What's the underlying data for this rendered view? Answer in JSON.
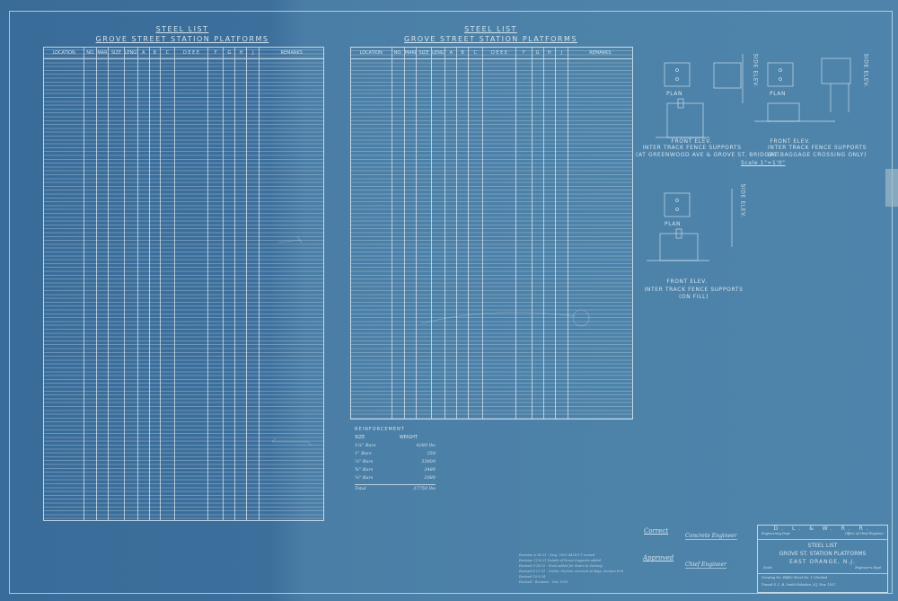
{
  "sheet": {
    "left_list": {
      "title": "STEEL LIST",
      "subtitle": "GROVE STREET STATION PLATFORMS"
    },
    "middle_list": {
      "title": "STEEL LIST",
      "subtitle": "GROVE STREET STATION PLATFORMS"
    },
    "columns": [
      "LOCATION",
      "NO.",
      "MARK",
      "SIZE",
      "LENGTH",
      "A",
      "B",
      "C",
      "D E E E",
      "F",
      "G",
      "H",
      "J",
      "REMARKS"
    ]
  },
  "reinforcement": {
    "title": "REINFORCEMENT",
    "headers": [
      "SIZE",
      "WEIGHT"
    ],
    "rows": [
      [
        "1¼\" Bars",
        "4280 lbs"
      ],
      [
        "1\" Bars",
        "350"
      ],
      [
        "⅞\" Bars",
        "33800"
      ],
      [
        "¾\" Bars",
        "3480"
      ],
      [
        "⅝\" Bars",
        "2080"
      ]
    ],
    "total_label": "Total",
    "total_value": "37750 lbs"
  },
  "drawings": [
    {
      "plan": "PLAN",
      "side": "SIDE ELEV.",
      "front": "FRONT ELEV.",
      "title": "INTER TRACK FENCE SUPPORTS",
      "note": "(AT GREENWOOD AVE & GROVE ST. BRIDGES)"
    },
    {
      "plan": "PLAN",
      "side": "SIDE ELEV.",
      "front": "FRONT ELEV.",
      "title": "INTER TRACK FENCE SUPPORTS",
      "note": "(AT BAGGAGE CROSSING ONLY)"
    },
    {
      "plan": "PLAN",
      "side": "SIDE ELEV.",
      "front": "FRONT ELEV.",
      "title": "INTER TRACK FENCE SUPPORTS",
      "note": "(ON FILL)"
    }
  ],
  "scale_note": "Scale 1\"=1'0\"",
  "signatures": {
    "correct": "Correct",
    "concrete_engineer": "Concrete Engineer",
    "approved": "Approved",
    "chief_engineer": "Chief Engineer"
  },
  "revisions": [
    "Revision 6-14-21 - Dwg. 5051-4438-5-1 moved",
    "Revision 11-8-21 Details of Fence Supports added",
    "Revised 9-28-22 - Steel added for Stairs to Subway",
    "Revised 4-12-23 - Girder, Section removed at Bays, Section H-H",
    "Revised  10-3-24",
    "Revised  - Revision - Nov 1925"
  ],
  "title_block": {
    "railroad": "D. L. & W. R. R.",
    "dept_left": "Engineering Dept.",
    "dept_right": "Office of Chief Engineer",
    "line1": "STEEL LIST",
    "line2": "GROVE ST. STATION PLATFORMS",
    "line3": "EAST ORANGE, N.J.",
    "scale": "Scale",
    "dept": "Engineer's Dept.",
    "drawn": "Drawing No. 44482  Sheet No. 1  Checked",
    "traced": "Traced  S. L. B. Smith    Hoboken, N.J. Nov. 1921"
  }
}
